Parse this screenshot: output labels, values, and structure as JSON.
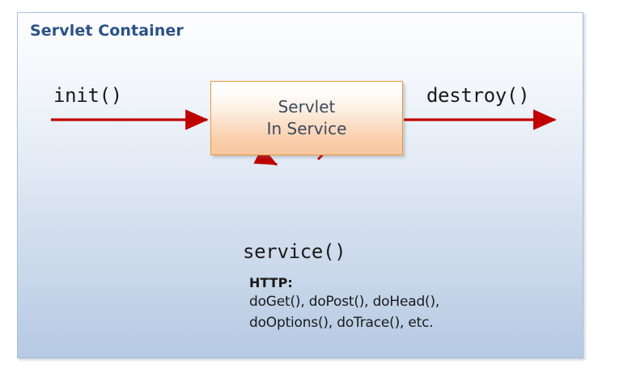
{
  "diagram": {
    "title": "Servlet Container",
    "accent_border": "#a8c0dd",
    "title_color": "#2b5287",
    "arrow_color": "#c00000",
    "box_border": "#e8993c"
  },
  "servlet_box": {
    "line1": "Servlet",
    "line2": "In Service"
  },
  "lifecycle": {
    "init_label": "init()",
    "destroy_label": "destroy()",
    "service_label": "service()"
  },
  "http": {
    "heading": "HTTP:",
    "methods_line1": "doGet(), doPost(), doHead(),",
    "methods_line2": "doOptions(), doTrace(), etc."
  }
}
